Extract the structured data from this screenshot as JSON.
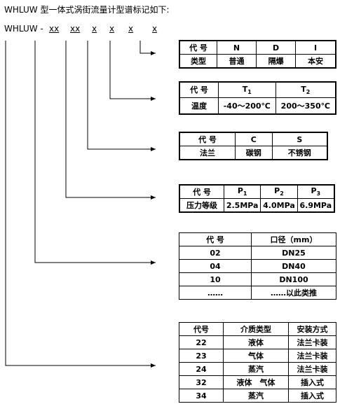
{
  "heading": "WHLUW 型一体式涡街流量计型谱标记如下:",
  "model": {
    "prefix": "WHLUW -",
    "segments": [
      "xx",
      "xx",
      "x",
      "x",
      "x",
      "x"
    ]
  },
  "table_type": {
    "header": [
      "代 号",
      "N",
      "D",
      "I"
    ],
    "row": [
      "类型",
      "普通",
      "隔爆",
      "本安"
    ]
  },
  "table_temp": {
    "header": [
      "代 号",
      "T",
      "T"
    ],
    "header_subs": [
      "1",
      "2"
    ],
    "row": [
      "温度",
      "-40～200℃",
      "200～350℃"
    ]
  },
  "table_flange": {
    "header": [
      "代 号",
      "C",
      "S"
    ],
    "row": [
      "法兰",
      "碳钢",
      "不锈钢"
    ]
  },
  "table_pressure": {
    "header": [
      "代 号",
      "P",
      "P",
      "P"
    ],
    "header_subs": [
      "1",
      "2",
      "3"
    ],
    "row": [
      "压力等级",
      "2.5MPa",
      "4.0MPa",
      "6.9MPa"
    ]
  },
  "table_diameter": {
    "header": [
      "代 号",
      "口径（mm）"
    ],
    "rows": [
      [
        "02",
        "DN25"
      ],
      [
        "04",
        "DN40"
      ],
      [
        "10",
        "DN100"
      ],
      [
        "……",
        "……以此类推"
      ]
    ]
  },
  "table_medium": {
    "header": [
      "代号",
      "介质类型",
      "安装方式"
    ],
    "rows": [
      [
        "22",
        "液体",
        "法兰卡装"
      ],
      [
        "23",
        "气体",
        "法兰卡装"
      ],
      [
        "24",
        "蒸汽",
        "法兰卡装"
      ],
      [
        "32",
        "液体　气体",
        "插入式"
      ],
      [
        "34",
        "蒸汽",
        "插入式"
      ]
    ]
  }
}
